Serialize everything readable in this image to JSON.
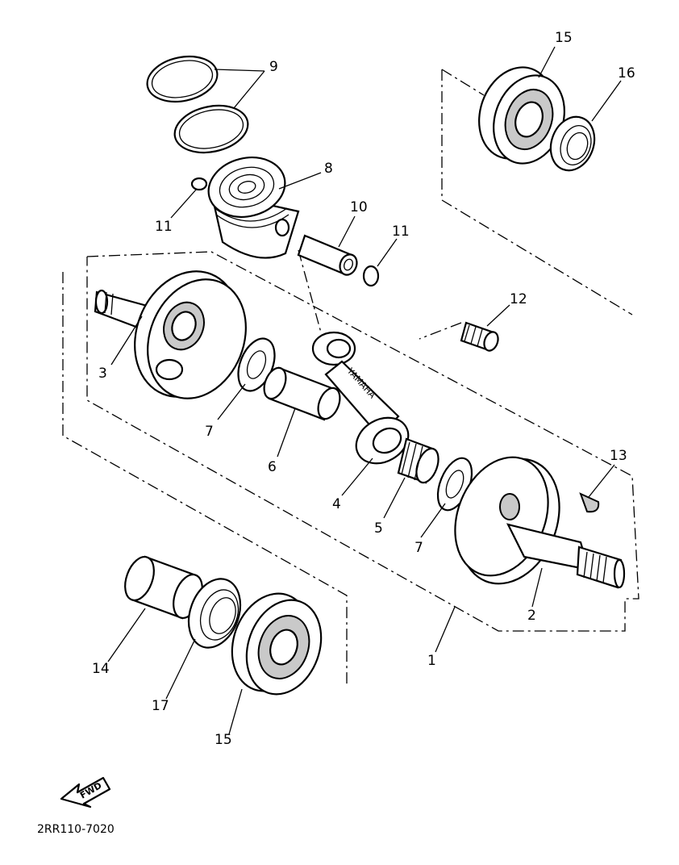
{
  "callouts": [
    "15",
    "16",
    "9",
    "8",
    "11",
    "10",
    "11",
    "12",
    "3",
    "7",
    "6",
    "4",
    "5",
    "7",
    "13",
    "2",
    "1",
    "14",
    "17",
    "15"
  ],
  "engraving": "YAMAHA",
  "fwd_arrow": "FWD",
  "drawing_code": "2RR110-7020"
}
